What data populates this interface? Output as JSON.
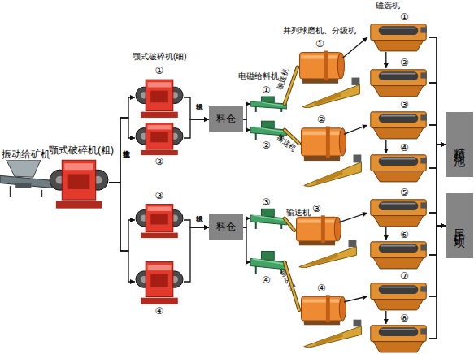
{
  "diagram": {
    "nodes": [
      {
        "text": [
          "振动给矿机"
        ]
      },
      {
        "text": [
          "颚式破碎机(粗)"
        ]
      },
      {
        "text": [
          "①"
        ]
      },
      {
        "text": [
          "②"
        ]
      },
      {
        "text": [
          "③"
        ]
      },
      {
        "text": [
          "④"
        ]
      },
      {
        "text": [
          "料仓"
        ]
      },
      {
        "text": [
          "料仓"
        ]
      },
      {
        "text": [
          "①"
        ]
      },
      {
        "text": [
          "②"
        ]
      },
      {
        "text": [
          "③"
        ]
      },
      {
        "text": [
          "④"
        ]
      },
      {
        "text": [
          "①"
        ]
      },
      {
        "text": [
          "②"
        ]
      },
      {
        "text": [
          "③"
        ]
      },
      {
        "text": [
          "④"
        ]
      },
      {
        "text": [
          "①"
        ]
      },
      {
        "text": [
          "②"
        ]
      },
      {
        "text": [
          "③"
        ]
      },
      {
        "text": [
          "④"
        ]
      },
      {
        "text": [
          "⑤"
        ]
      },
      {
        "text": [
          "⑥"
        ]
      },
      {
        "text": [
          "⑦"
        ]
      },
      {
        "text": [
          "⑧"
        ]
      },
      {
        "text": [
          "精粉池"
        ]
      },
      {
        "text": [
          "尾矿坝"
        ]
      }
    ],
    "edges": [
      {
        "from": 1,
        "to": 2,
        "arrow": "to"
      },
      {
        "from": 1,
        "to": 3,
        "arrow": "to"
      },
      {
        "from": 1,
        "to": 4,
        "arrow": "to"
      },
      {
        "from": 1,
        "to": 5,
        "arrow": "to"
      },
      {
        "from": 2,
        "to": 6,
        "arrow": "to"
      },
      {
        "from": 3,
        "to": 6,
        "arrow": "to"
      },
      {
        "from": 4,
        "to": 7,
        "arrow": "to"
      },
      {
        "from": 5,
        "to": 7,
        "arrow": "to"
      },
      {
        "from": 6,
        "to": 8,
        "arrow": "to"
      },
      {
        "from": 6,
        "to": 9,
        "arrow": "to"
      },
      {
        "from": 7,
        "to": 10,
        "arrow": "to"
      },
      {
        "from": 7,
        "to": 11,
        "arrow": "to"
      },
      {
        "from": 8,
        "to": 12,
        "arrow": "none"
      },
      {
        "from": 9,
        "to": 13,
        "arrow": "none"
      },
      {
        "from": 10,
        "to": 14,
        "arrow": "none"
      },
      {
        "from": 11,
        "to": 15,
        "arrow": "none"
      },
      {
        "from": 12,
        "to": 16,
        "arrow": "to"
      },
      {
        "from": 13,
        "to": 18,
        "arrow": "to"
      },
      {
        "from": 14,
        "to": 20,
        "arrow": "to"
      },
      {
        "from": 15,
        "to": 22,
        "arrow": "to"
      },
      {
        "from": 16,
        "to": 17,
        "arrow": "to"
      },
      {
        "from": 18,
        "to": 19,
        "arrow": "to"
      },
      {
        "from": 20,
        "to": 21,
        "arrow": "to"
      },
      {
        "from": 22,
        "to": 23,
        "arrow": "to"
      },
      {
        "from": 16,
        "to": 24,
        "arrow": "to"
      },
      {
        "from": 16,
        "to": 25,
        "arrow": "to"
      },
      {
        "from": 17,
        "to": 24,
        "arrow": "to"
      },
      {
        "from": 17,
        "to": 25,
        "arrow": "to"
      },
      {
        "from": 18,
        "to": 24,
        "arrow": "to"
      },
      {
        "from": 18,
        "to": 25,
        "arrow": "to"
      },
      {
        "from": 19,
        "to": 24,
        "arrow": "to"
      },
      {
        "from": 19,
        "to": 25,
        "arrow": "to"
      },
      {
        "from": 20,
        "to": 24,
        "arrow": "to"
      },
      {
        "from": 20,
        "to": 25,
        "arrow": "to"
      },
      {
        "from": 21,
        "to": 24,
        "arrow": "to"
      },
      {
        "from": 21,
        "to": 25,
        "arrow": "to"
      },
      {
        "from": 22,
        "to": 24,
        "arrow": "to"
      },
      {
        "from": 22,
        "to": 25,
        "arrow": "to"
      },
      {
        "from": 23,
        "to": 24,
        "arrow": "to"
      },
      {
        "from": 23,
        "to": 25,
        "arrow": "to"
      }
    ],
    "labels": [
      "颚式破碎机(细)",
      "皮带输送机",
      "输送机",
      "输送机",
      "电磁给料机",
      "输送机",
      "输送机",
      "输送机",
      "输送机",
      "并列球磨机、分级机",
      "磁选机"
    ]
  }
}
